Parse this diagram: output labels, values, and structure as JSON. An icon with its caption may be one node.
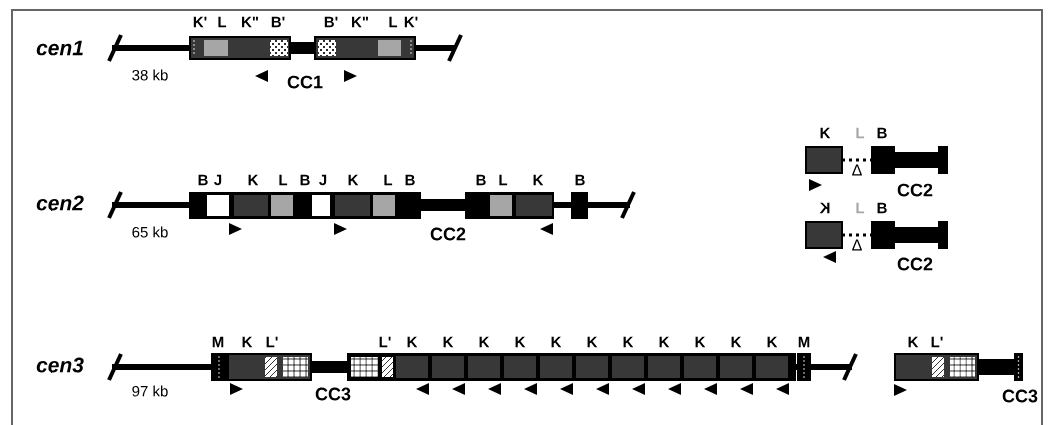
{
  "diagram": {
    "labels": [
      "cen1",
      "K'",
      "L",
      "K\"",
      "B'",
      "B'",
      "K\"",
      "L",
      "K'",
      "38 kb",
      "CC1",
      "K",
      "L",
      "B",
      "Δ",
      "CC2",
      "cen2",
      "B",
      "J",
      "K",
      "L",
      "B",
      "J",
      "K",
      "L",
      "B",
      "B",
      "L",
      "K",
      "B",
      "65 kb",
      "CC2",
      "K",
      "L",
      "B",
      "Δ",
      "CC2",
      "cen3",
      "M",
      "K",
      "L'",
      "L'",
      "K",
      "K",
      "K",
      "K",
      "K",
      "K",
      "K",
      "K",
      "K",
      "K",
      "K",
      "M",
      "97 kb",
      "CC3",
      "K",
      "L'",
      "CC3"
    ]
  }
}
